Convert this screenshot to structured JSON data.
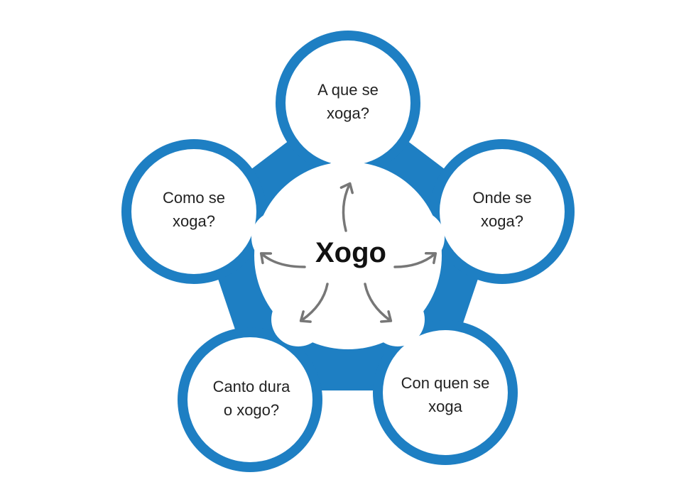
{
  "diagram": {
    "center": {
      "label": "Xogo"
    },
    "nodes": [
      {
        "lines": [
          "A que se",
          "xoga?"
        ]
      },
      {
        "lines": [
          "Onde se",
          "xoga?"
        ]
      },
      {
        "lines": [
          "Con quen se",
          "xoga"
        ]
      },
      {
        "lines": [
          "Canto dura",
          "o xogo?"
        ]
      },
      {
        "lines": [
          "Como se",
          "xoga?"
        ]
      }
    ],
    "colors": {
      "accent": "#1E7FC3",
      "circle_fill": "#FFFFFF",
      "arrow": "#777777",
      "text": "#222222"
    }
  }
}
